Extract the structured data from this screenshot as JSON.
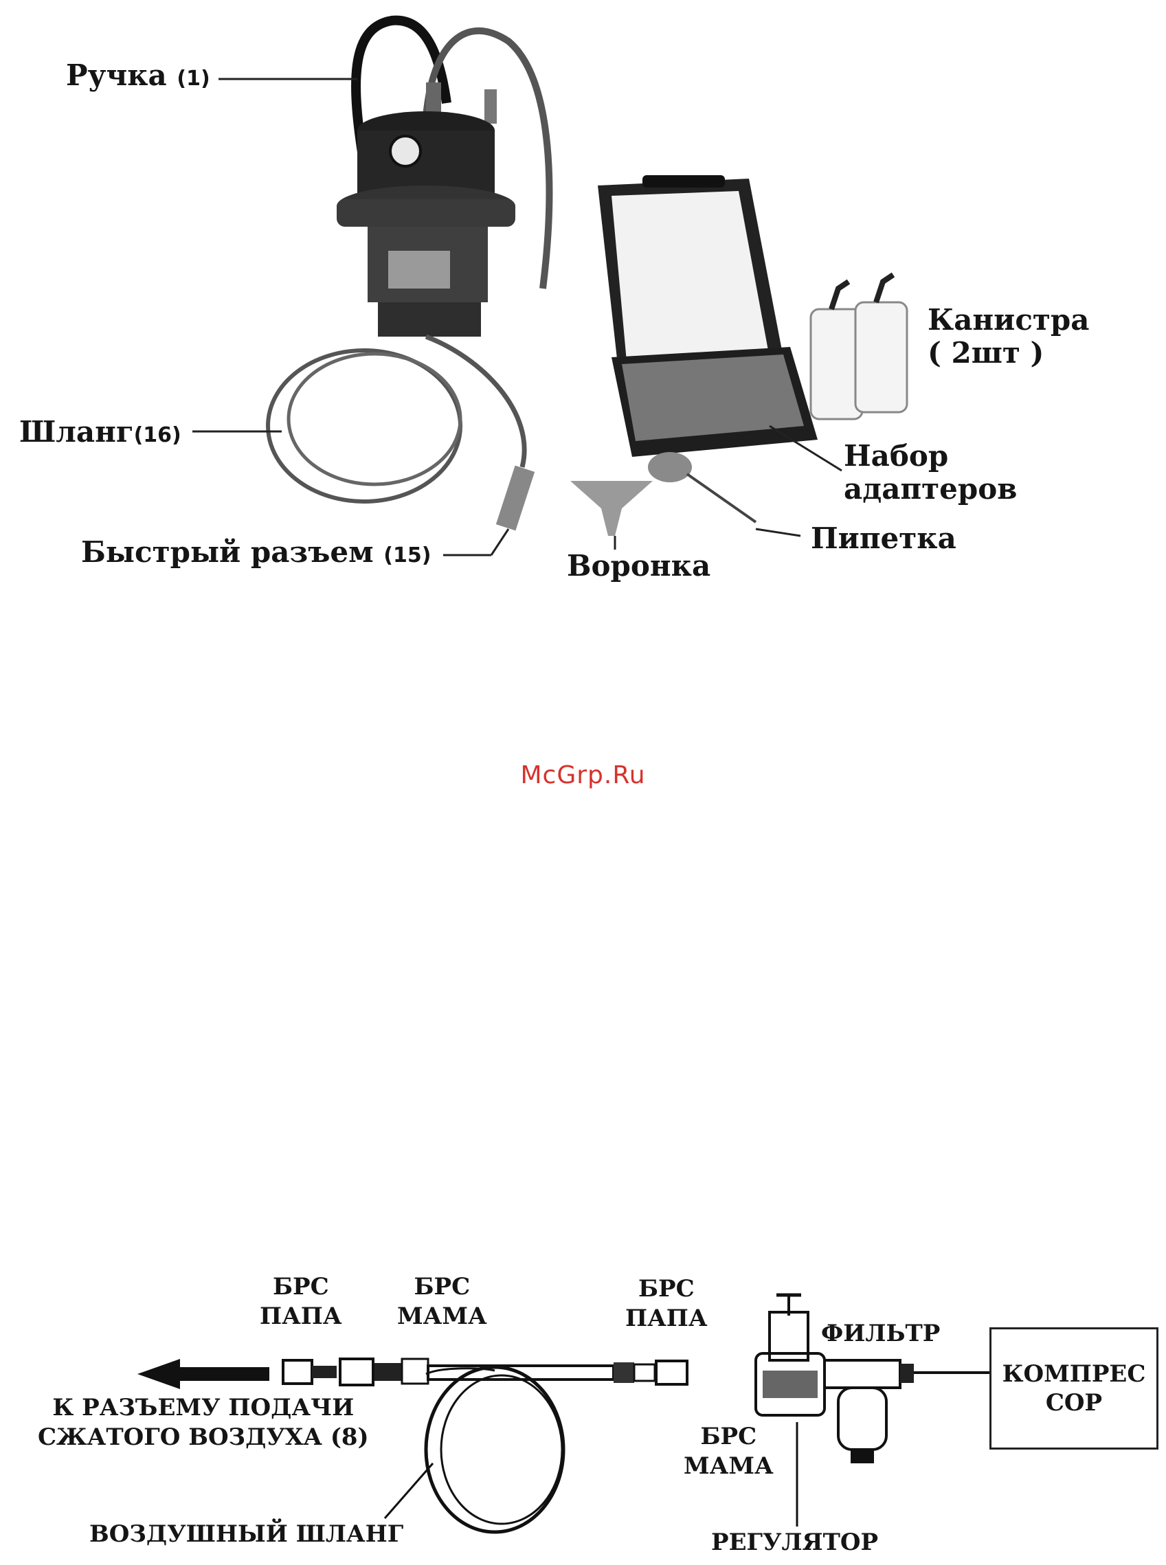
{
  "kit": {
    "handle": {
      "text": "Ручка",
      "num": "(1)"
    },
    "hose": {
      "text": "Шланг",
      "num": "(16)"
    },
    "quick": {
      "text": "Быстрый разъем",
      "num": "(15)"
    },
    "funnel": "Воронка",
    "pipette": "Пипетка",
    "adapters": [
      "Набор",
      "адаптеров"
    ],
    "canister": [
      "Канистра",
      "( 2шт )"
    ]
  },
  "watermark": "McGrp.Ru",
  "connection": {
    "brs_papa_left": [
      "БРС",
      "ПАПА"
    ],
    "brs_mama_left": [
      "БРС",
      "МАМА"
    ],
    "brs_papa_right": [
      "БРС",
      "ПАПА"
    ],
    "brs_mama_right": [
      "БРС",
      "МАМА"
    ],
    "filter": "ФИЛЬТР",
    "compressor": [
      "КОМПРЕС",
      "СОР"
    ],
    "to_connector": [
      "К РАЗЪЕМУ ПОДАЧИ",
      "СЖАТОГО ВОЗДУХА (8)"
    ],
    "air_hose": "ВОЗДУШНЫЙ ШЛАНГ",
    "regulator": "РЕГУЛЯТОР"
  }
}
